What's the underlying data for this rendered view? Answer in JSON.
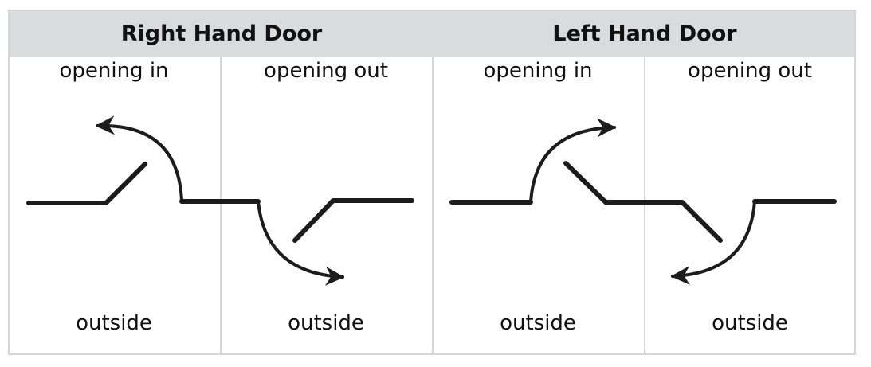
{
  "groups": [
    {
      "title": "Right Hand Door"
    },
    {
      "title": "Left Hand Door"
    }
  ],
  "panels": [
    {
      "top_label": "opening in",
      "bottom_label": "outside"
    },
    {
      "top_label": "opening out",
      "bottom_label": "outside"
    },
    {
      "top_label": "opening in",
      "bottom_label": "outside"
    },
    {
      "top_label": "opening out",
      "bottom_label": "outside"
    }
  ],
  "colors": {
    "header_bg": "#d9dbdd",
    "border": "#d4d6d8",
    "stroke": "#1c1c1c",
    "text": "#111111"
  }
}
